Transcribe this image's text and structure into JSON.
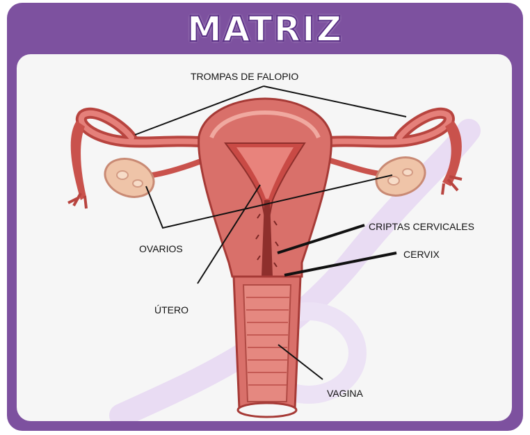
{
  "title": "MATRIZ",
  "labels": {
    "fallopian_tubes": "TROMPAS DE FALOPIO",
    "ovaries": "OVARIOS",
    "uterus": "ÚTERO",
    "cervical_crypts": "CRIPTAS CERVICALES",
    "cervix": "CERVIX",
    "vagina": "VAGINA"
  },
  "colors": {
    "frame": "#7d519f",
    "panel": "#f6f6f6",
    "tissue": "#d9706a",
    "tissue_dark": "#a63a36",
    "tissue_light": "#f0a9a0",
    "ovary": "#efc4a8",
    "watermark": "#e9dcf3"
  }
}
